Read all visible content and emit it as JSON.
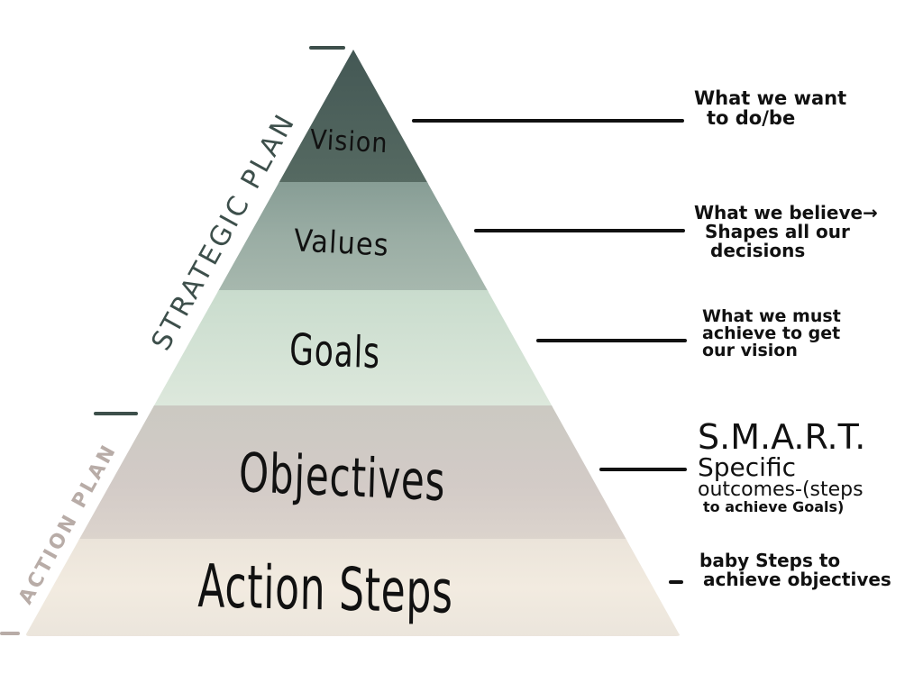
{
  "diagram": {
    "type": "pyramid",
    "side_labels": {
      "strategic": {
        "text": "STRATEGIC PLAN",
        "color": "#3d4f4b"
      },
      "action": {
        "text": "ACTION PLAN",
        "color": "#b8aca7"
      }
    },
    "layers": [
      {
        "label": "Vision",
        "color_top": "#465a57",
        "color_bottom": "#56695f",
        "note": [
          "What we want",
          "to do/be"
        ]
      },
      {
        "label": "Values",
        "color_top": "#8da29a",
        "color_bottom": "#a5b6ad",
        "note": [
          "What we believe→",
          "Shapes all our",
          "decisions"
        ]
      },
      {
        "label": "Goals",
        "color_top": "#cfe0d2",
        "color_bottom": "#dbe7db",
        "note": [
          "What we must",
          "achieve to get",
          "our vision"
        ]
      },
      {
        "label": "Objectives",
        "color_top": "#cdcac3",
        "color_bottom": "#d4ccc8",
        "note_title": "S.M.A.R.T.",
        "note": [
          "Specific",
          "outcomes-(steps",
          "to achieve Goals)"
        ]
      },
      {
        "label": "Action Steps",
        "color_top": "#ede6dc",
        "color_bottom": "#efe9df",
        "note": [
          "baby Steps to",
          "achieve objectives"
        ]
      }
    ],
    "colors": {
      "ink": "#111111",
      "strategic_tick": "#3d4f4b",
      "action_tick": "#b8aca7"
    }
  }
}
